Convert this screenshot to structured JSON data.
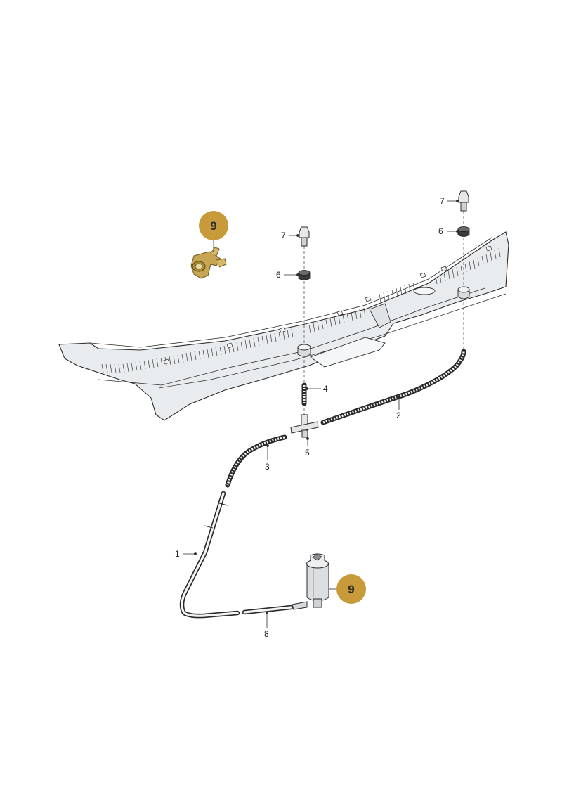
{
  "callouts": {
    "c1": "1",
    "c2": "2",
    "c3": "3",
    "c4": "4",
    "c5": "5",
    "c6a": "6",
    "c6b": "6",
    "c7a": "7",
    "c7b": "7",
    "c8": "8"
  },
  "badges": {
    "clip": "9",
    "pump": "9"
  },
  "colors": {
    "badge_fill": "#c79a3a",
    "panel_fill": "#e9ecef",
    "line": "#2a2a2a"
  }
}
